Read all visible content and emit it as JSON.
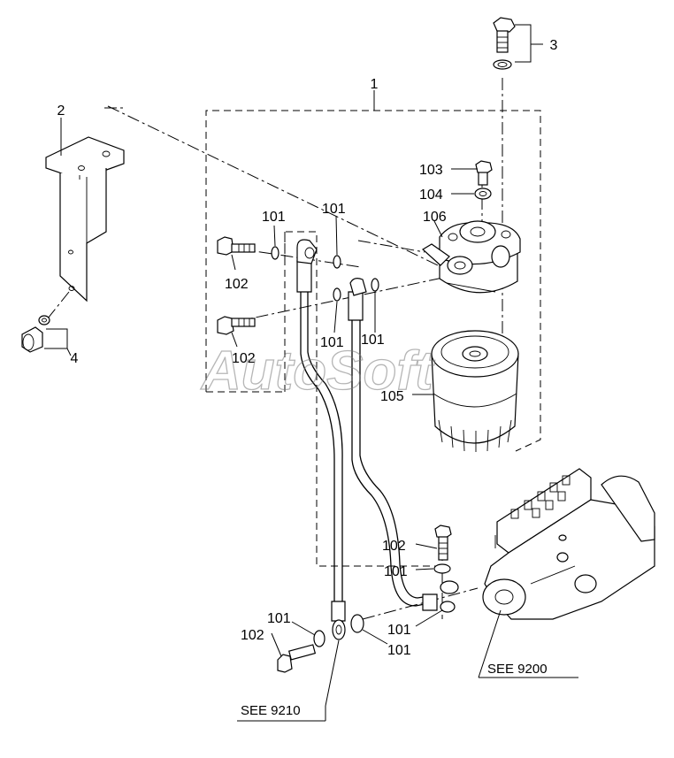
{
  "labels": {
    "l1": "1",
    "l2": "2",
    "l3": "3",
    "l4": "4",
    "l101a": "101",
    "l101b": "101",
    "l101c": "101",
    "l101d": "101",
    "l101e": "101",
    "l101f": "101",
    "l101g": "101",
    "l101h": "101",
    "l102a": "102",
    "l102b": "102",
    "l102c": "102",
    "l102d": "102",
    "l103": "103",
    "l104": "104",
    "l105": "105",
    "l106": "106"
  },
  "references": {
    "see_9200": "SEE 9200",
    "see_9210": "SEE 9210"
  },
  "watermark": "AutoSoft"
}
